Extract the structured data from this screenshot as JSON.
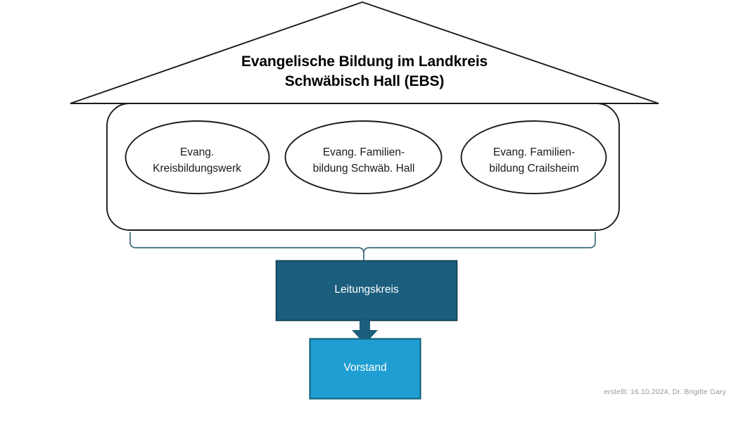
{
  "diagram": {
    "title": "Evangelische Bildung im Landkreis\nSchwäbisch Hall (EBS)",
    "roof": {
      "shape": "house-roof-triangle",
      "stroke": "#1a1a1a",
      "fill": "#ffffff"
    },
    "container": {
      "shape": "rounded-rectangle",
      "stroke": "#1a1a1a",
      "fill": "#ffffff"
    },
    "members": [
      {
        "id": "kreisbildungswerk",
        "label": "Evang.\nKreisbildungswerk",
        "shape": "ellipse",
        "stroke": "#1a1a1a",
        "fill": "#ffffff"
      },
      {
        "id": "familienbildung-schwaebisch-hall",
        "label": "Evang. Familien-\nbildung Schwäb. Hall",
        "shape": "ellipse",
        "stroke": "#1a1a1a",
        "fill": "#ffffff"
      },
      {
        "id": "familienbildung-crailsheim",
        "label": "Evang. Familien-\nbildung Crailsheim",
        "shape": "ellipse",
        "stroke": "#1a1a1a",
        "fill": "#ffffff"
      }
    ],
    "brace": {
      "shape": "curly-brace-down",
      "stroke": "#3f6b7d"
    },
    "boxes": [
      {
        "id": "leitungskreis",
        "label": "Leitungskreis",
        "fill": "#1b5e7e",
        "stroke": "#0f3a4d",
        "text_color": "#ffffff"
      },
      {
        "id": "vorstand",
        "label": "Vorstand",
        "fill": "#1f9ed4",
        "stroke": "#15647f",
        "text_color": "#ffffff"
      }
    ],
    "connector": {
      "shape": "down-arrow",
      "color": "#1b5e7e",
      "from": "leitungskreis",
      "to": "vorstand"
    },
    "credit": "erstellt: 16.10.2024, Dr. Brigitte Gary"
  }
}
